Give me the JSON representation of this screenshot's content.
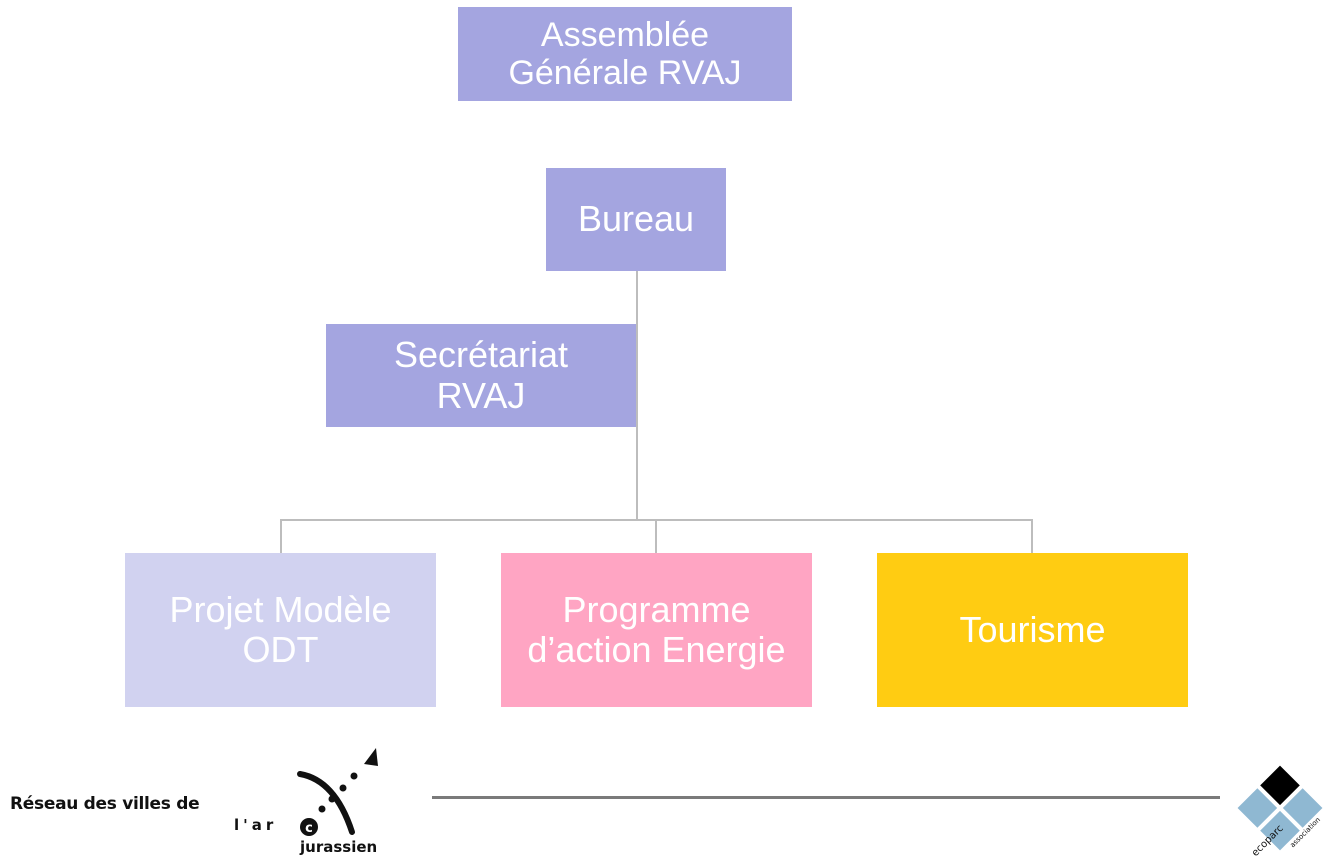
{
  "diagram": {
    "nodes": {
      "assemblee": {
        "label": "Assemblée\nGénérale RVAJ",
        "color": "#a4a5e0"
      },
      "bureau": {
        "label": "Bureau",
        "color": "#a4a5e0"
      },
      "secretariat": {
        "label": "Secrétariat\nRVAJ",
        "color": "#a4a5e0"
      },
      "odt": {
        "label": "Projet Modèle\nODT",
        "color": "#d1d2f0"
      },
      "energie": {
        "label": "Programme\nd’action Energie",
        "color": "#ffa5c3"
      },
      "tourisme": {
        "label": "Tourisme",
        "color": "#ffcc12"
      }
    },
    "edges": [
      [
        "bureau",
        "secretariat"
      ],
      [
        "bureau",
        "odt"
      ],
      [
        "bureau",
        "energie"
      ],
      [
        "bureau",
        "tourisme"
      ]
    ],
    "connector_color": "#bdbdbd"
  },
  "footer": {
    "logo_left": {
      "line1": "Réseau des villes de",
      "line2": "l'ar",
      "line3": "jurassien",
      "arc_letter": "c"
    },
    "logo_right": {
      "text1": "ecoparc",
      "text2": "association"
    }
  }
}
